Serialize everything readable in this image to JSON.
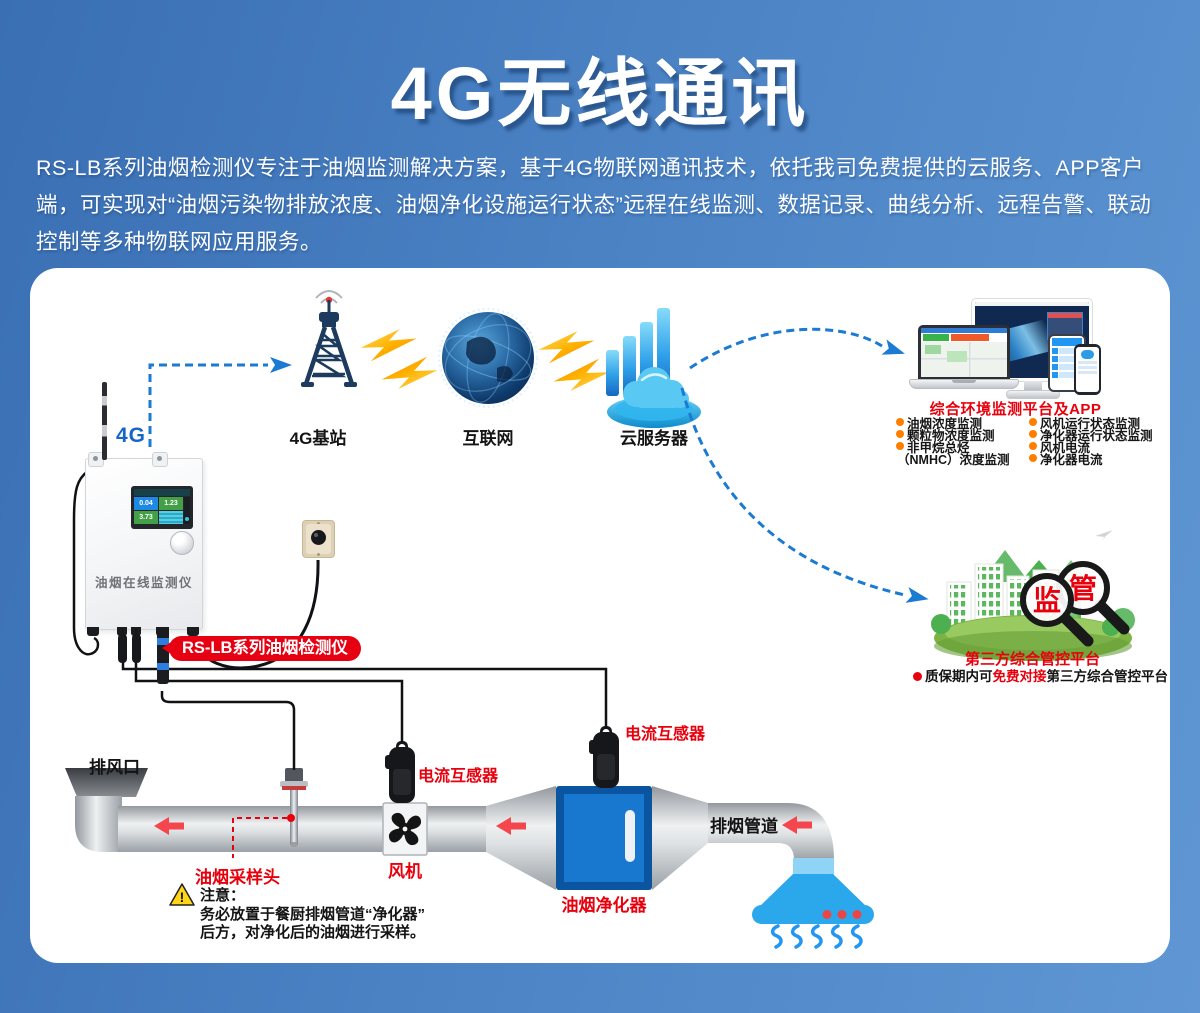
{
  "page": {
    "title": "4G无线通讯",
    "intro": "RS-LB系列油烟检测仪专注于油烟监测解决方案，基于4G物联网通讯技术，依托我司免费提供的云服务、APP客户端，可实现对“油烟污染物排放浓度、油烟净化设施运行状态”远程在线监测、数据记录、曲线分析、远程告警、联动控制等多种物联网应用服务。"
  },
  "topology": {
    "device_4g_label": "4G",
    "base_station_label": "4G基站",
    "internet_label": "互联网",
    "cloud_server_label": "云服务器"
  },
  "platform": {
    "title": "综合环境监测平台及APP",
    "bullets_left": [
      "油烟浓度监测",
      "颗粒物浓度监测",
      "非甲烷总烃",
      "（NMHC）浓度监测"
    ],
    "bullets_right": [
      "风机运行状态监测",
      "净化器运行状态监测",
      "风机电流",
      "净化器电流"
    ]
  },
  "third_party": {
    "magnifier_left": "监",
    "magnifier_right": "管",
    "title": "第三方综合管控平台",
    "note_prefix": "质保期内可",
    "note_highlight": "免费对接",
    "note_suffix": "第三方综合管控平台"
  },
  "device": {
    "name_on_box": "油烟在线监测仪",
    "badge": "RS-LB系列油烟检测仪",
    "screen": {
      "v1": "0.04",
      "v2": "1.23",
      "v3": "3.73"
    }
  },
  "pipeline": {
    "exhaust_outlet": "排风口",
    "sampling_head": "油烟采样头",
    "fan": "风机",
    "ct1": "电流互感器",
    "ct2": "电流互感器",
    "purifier": "油烟净化器",
    "duct": "排烟管道",
    "notice_mark": "!",
    "notice_title": "注意：",
    "notice_line1": "务必放置于餐厨排烟管道“净化器”",
    "notice_line2": "后方，对净化后的油烟进行采样。"
  },
  "colors": {
    "accent_red": "#e8000d",
    "badge_red": "#e60012",
    "accent_blue": "#1b7ad2",
    "bullet_orange": "#ff7e00"
  }
}
